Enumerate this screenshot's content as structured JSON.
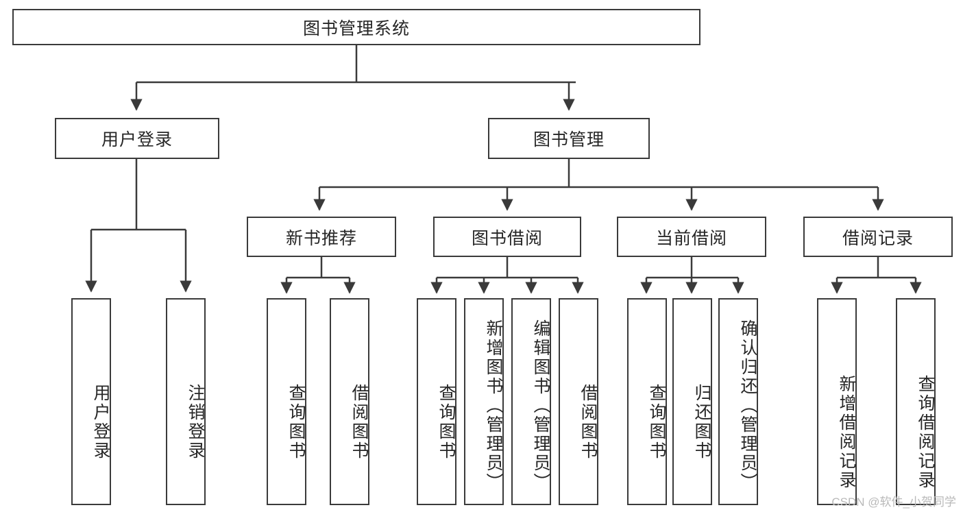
{
  "diagram": {
    "title_node": {
      "label": "图书管理系统"
    },
    "level1": [
      {
        "id": "user-login",
        "label": "用户登录"
      },
      {
        "id": "book-management",
        "label": "图书管理"
      }
    ],
    "level2": [
      {
        "id": "new-book-recommend",
        "label": "新书推荐"
      },
      {
        "id": "book-borrow",
        "label": "图书借阅"
      },
      {
        "id": "current-borrow",
        "label": "当前借阅"
      },
      {
        "id": "borrow-record",
        "label": "借阅记录"
      }
    ],
    "leaves": {
      "user_login": [
        {
          "id": "leaf-user-login",
          "label": "用户登录"
        },
        {
          "id": "leaf-logout-login",
          "label": "注销登录"
        }
      ],
      "new_book_recommend": [
        {
          "id": "leaf-query-book-1",
          "label": "查询图书"
        },
        {
          "id": "leaf-borrow-book-1",
          "label": "借阅图书"
        }
      ],
      "book_borrow": [
        {
          "id": "leaf-query-book-2",
          "label": "查询图书"
        },
        {
          "id": "leaf-add-book",
          "label": "新增图书（管理员）"
        },
        {
          "id": "leaf-edit-book",
          "label": "编辑图书（管理员）"
        },
        {
          "id": "leaf-borrow-book-2",
          "label": "借阅图书"
        }
      ],
      "current_borrow": [
        {
          "id": "leaf-query-book-3",
          "label": "查询图书"
        },
        {
          "id": "leaf-return-book",
          "label": "归还图书"
        },
        {
          "id": "leaf-confirm-return",
          "label": "确认归还（管理员）"
        }
      ],
      "borrow_record": [
        {
          "id": "leaf-add-borrow-record",
          "label": "新增借阅记录"
        },
        {
          "id": "leaf-query-borrow-record",
          "label": "查询借阅记录"
        }
      ]
    }
  },
  "watermark": {
    "text": "CSDN @软件_小贺同学"
  },
  "colors": {
    "stroke": "#3a3a3a",
    "text": "#262626",
    "background": "#ffffff",
    "watermark": "#b9b9b9"
  }
}
